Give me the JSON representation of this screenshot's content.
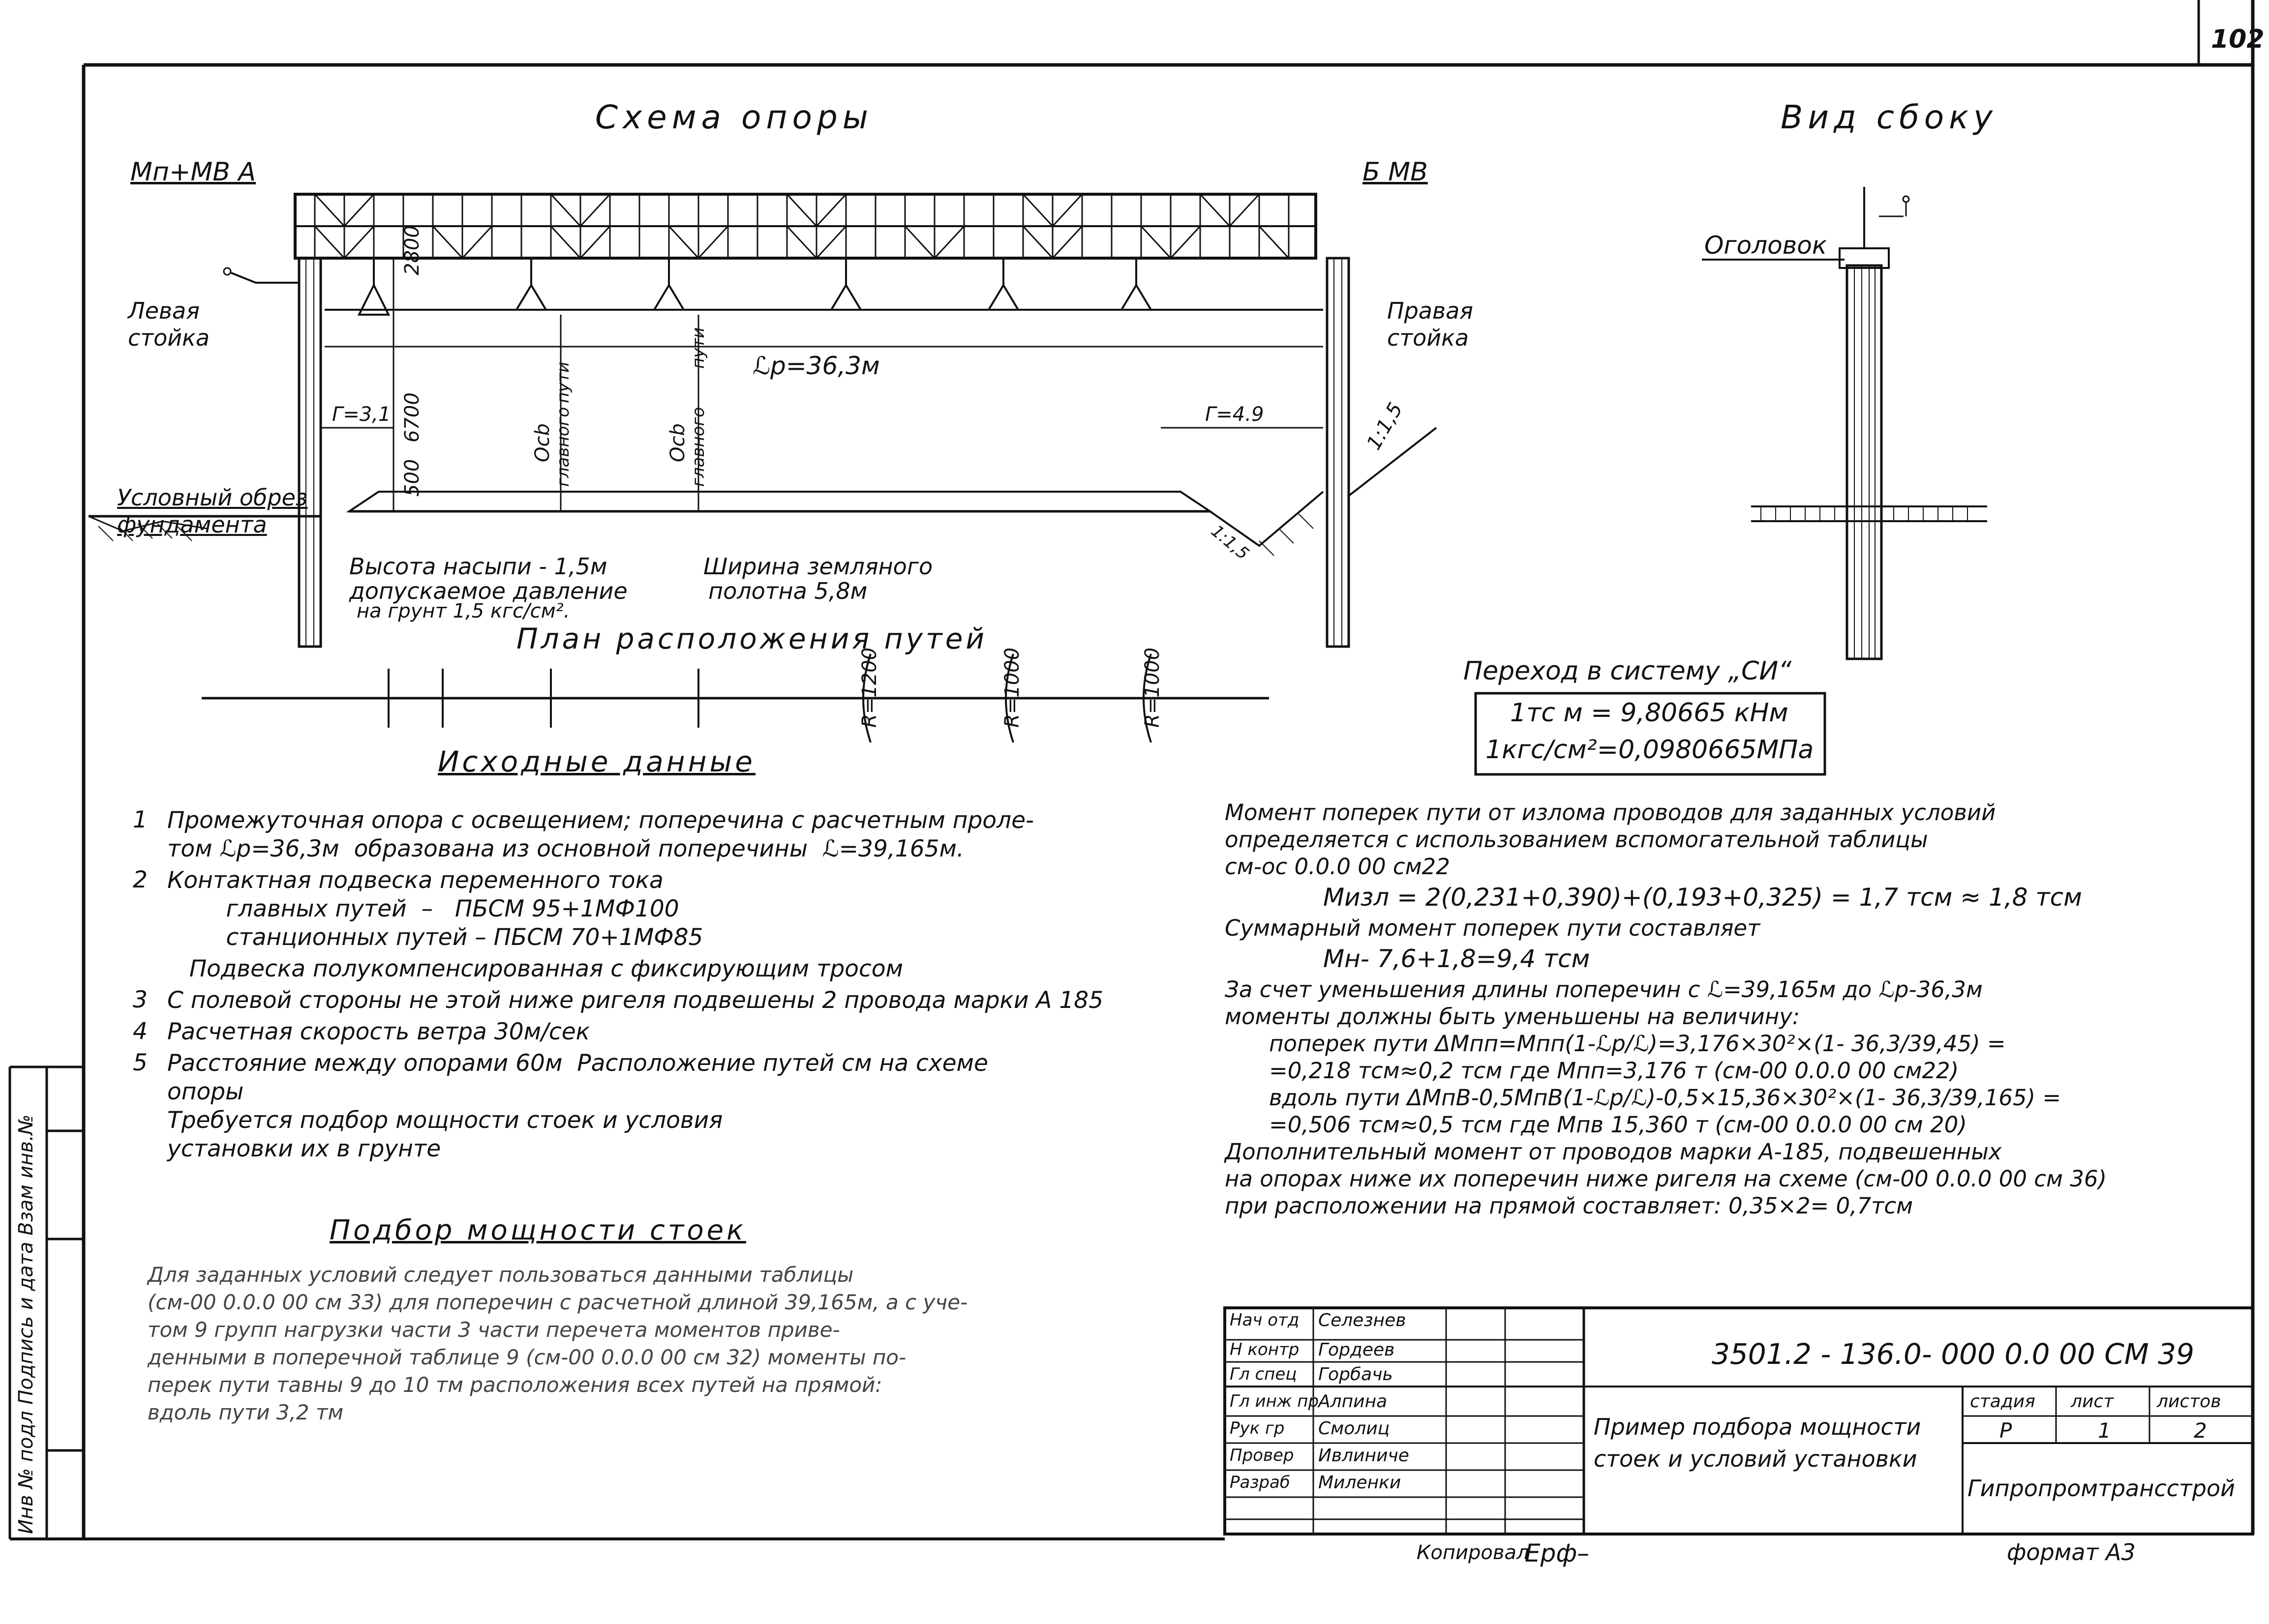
{
  "sheet_number": "102",
  "schema": {
    "title": "Схема опоры",
    "left_load": "Мп+МВ  А",
    "right_load": "Б МВ",
    "left_post": [
      "Левая",
      "стойка"
    ],
    "right_post": [
      "Правая",
      "стойка"
    ],
    "span": "ℒр=36,3м",
    "dim_2800": "2800",
    "dim_6700": "6700",
    "dim_500": "500",
    "r31": "Г=3,1",
    "r49": "Г=4.9",
    "axis1": [
      "Осb",
      "главного",
      "пути"
    ],
    "axis2": [
      "Осb",
      "главного",
      "пути"
    ],
    "slope1": "1:1,5",
    "slope2": "1:1,5",
    "foundation": [
      "Условный обрез",
      "фундамента"
    ],
    "embankment": [
      "Высота насыпи - 1,5м",
      "допускаемое давление",
      "на грунт 1,5 кгс/см²."
    ],
    "roadbed": [
      "Ширина земляного",
      "полотна 5,8м"
    ],
    "plan_title": "План расположения путей",
    "radii": [
      "R=1200",
      "R=1000",
      "R=1000"
    ]
  },
  "side_view": {
    "title": "Вид сбоку",
    "cap_label": "Оголовок"
  },
  "si": {
    "title": "Переход в систему „СИ“",
    "line1": "1тс м = 9,80665 кНм",
    "line2": "1кгс/см²=0,0980665МПа"
  },
  "initial_data": {
    "title": "Исходные данные",
    "items": [
      {
        "num": "1",
        "lines": [
          "Промежуточная опора с освещением; поперечина с расчетным проле-",
          "том ℒр=36,3м  образована из основной поперечины  ℒ=39,165м."
        ]
      },
      {
        "num": "2",
        "lines": [
          "Контактная подвеска переменного тока",
          "        главных путей  –   ПБСМ 95+1МФ100",
          "        станционных путей – ПБСМ 70+1МФ85"
        ]
      },
      {
        "num": "",
        "lines": [
          "   Подвеска полукомпенсированная с фиксирующим тросом"
        ]
      },
      {
        "num": "3",
        "lines": [
          "С полевой стороны не этой ниже ригеля подвешены 2 провода марки А 185"
        ]
      },
      {
        "num": "4",
        "lines": [
          "Расчетная скорость ветра 30м/сек"
        ]
      },
      {
        "num": "5",
        "lines": [
          "Расстояние между опорами 60м  Расположение путей см на схеме",
          "опоры",
          "Требуется подбор мощности стоек и условия",
          "установки их в грунте"
        ]
      }
    ]
  },
  "moment_text": {
    "lines": [
      "Момент поперек пути от излома проводов для заданных условий",
      "определяется с использованием вспомогательной таблицы",
      "см-ос 0.0.0 00 см22",
      "Мизл = 2(0,231+0,390)+(0,193+0,325) = 1,7 тсм ≈ 1,8 тсм",
      "Суммарный момент поперек пути составляет",
      "Мн- 7,6+1,8=9,4 тсм",
      "За счет уменьшения длины поперечин с ℒ=39,165м до ℒр-36,3м",
      "моменты должны быть уменьшены на величину:",
      "поперек пути ΔМпп=Мпп(1-ℒр/ℒ)=3,176×30²×(1- 36,3/39,45) =",
      "=0,218 тсм≈0,2 тсм где Мпп=3,176 т (см-00 0.0.0 00 см22)",
      "вдоль пути ΔМпВ-0,5МпВ(1-ℒр/ℒ)-0,5×15,36×30²×(1- 36,3/39,165) =",
      "=0,506 тсм≈0,5 тсм где Мпв 15,360 т (см-00 0.0.0 00 см 20)",
      "Дополнительный момент от проводов марки А-185, подвешенных",
      "на опорах ниже их поперечин ниже ригеля на схеме (см-00 0.0.0 00 см 36)",
      "при расположении на прямой составляет: 0,35×2= 0,7тсм"
    ]
  },
  "selection": {
    "title": "Подбор мощности стоек",
    "lines": [
      "Для заданных условий следует пользоваться данными таблицы",
      "(см-00 0.0.0 00 см 33) для поперечин с расчетной длиной 39,165м, а с уче-",
      "том 9 групп нагрузки части 3 части перечета моментов приве-",
      "денными в поперечной таблице 9 (см-00 0.0.0 00 см 32) моменты по-",
      "перек пути тавны 9 до 10 тм расположения всех путей на прямой:",
      "вдоль пути 3,2 тм"
    ]
  },
  "title_block": {
    "code": "3501.2 - 136.0- 000 0.0 00 СМ 39",
    "roles": [
      {
        "role": "Нач отд",
        "name": "Селезнев"
      },
      {
        "role": "Н контр",
        "name": "Гордеев"
      },
      {
        "role": "Гл спец",
        "name": "Горбачь"
      },
      {
        "role": "Гл инж пр",
        "name": "Алпина"
      },
      {
        "role": "Рук гр",
        "name": "Смолиц"
      },
      {
        "role": "Провер",
        "name": "Ивлиниче"
      },
      {
        "role": "Разраб",
        "name": "Миленки"
      }
    ],
    "description": [
      "Пример подбора мощности",
      "стоек и условий установки"
    ],
    "stage_label": "стадия",
    "sheet_label": "лист",
    "sheets_label": "листов",
    "stage": "Р",
    "sheet": "1",
    "sheets": "2",
    "org": "Гипропромтрансстрой"
  },
  "footer": {
    "copied": "Копировал",
    "copied_sig": "Ерф–",
    "format": "формат А3"
  },
  "side_stamp": "Инв № подл  Подпись и дата  Взам инв.№"
}
